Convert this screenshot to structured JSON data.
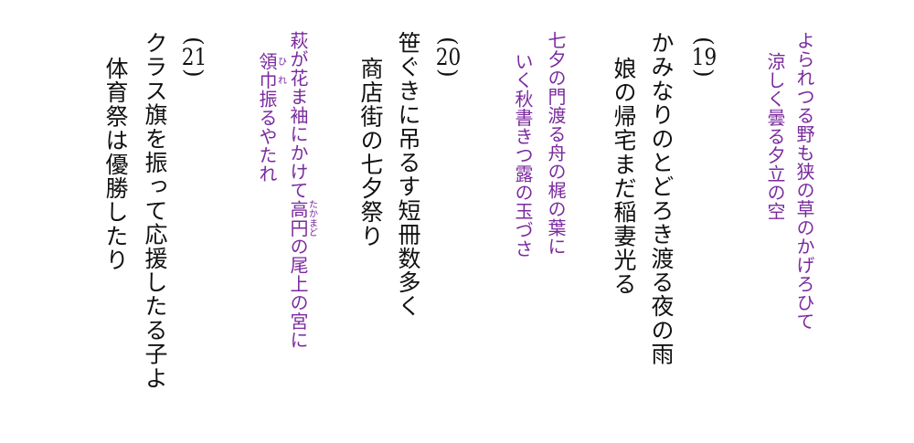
{
  "poems": {
    "p18_line1": "よられつる野も狭の草のかげろひて",
    "p18_line2": "涼しく曇る夕立の空",
    "n19": "19",
    "p19_line1": "かみなりのとどろき渡る夜の雨",
    "p19_line2": "娘の帰宅まだ稲妻光る",
    "p19c_line1": "七夕の門渡る舟の梶の葉に",
    "p19c_line2": "いく秋書きつ露の玉づさ",
    "n20": "20",
    "p20_line1": "笹ぐきに吊るす短冊数多く",
    "p20_line2": "商店街の七夕祭り",
    "p20c_line1_a": "萩が花ま袖にかけて",
    "p20c_line1_ruby_base": "高円",
    "p20c_line1_ruby_text": "たかまど",
    "p20c_line1_b": "の尾上の宮に",
    "p20c_line2_ruby_base": "領巾",
    "p20c_line2_ruby_text": "ひれ",
    "p20c_line2_b": "振るやたれ",
    "n21": "21",
    "p21_line1": "クラス旗を振って応援したる子よ",
    "p21_line2": "体育祭は優勝したり"
  },
  "colors": {
    "classic": "#7a2a9e",
    "modern": "#111111"
  }
}
